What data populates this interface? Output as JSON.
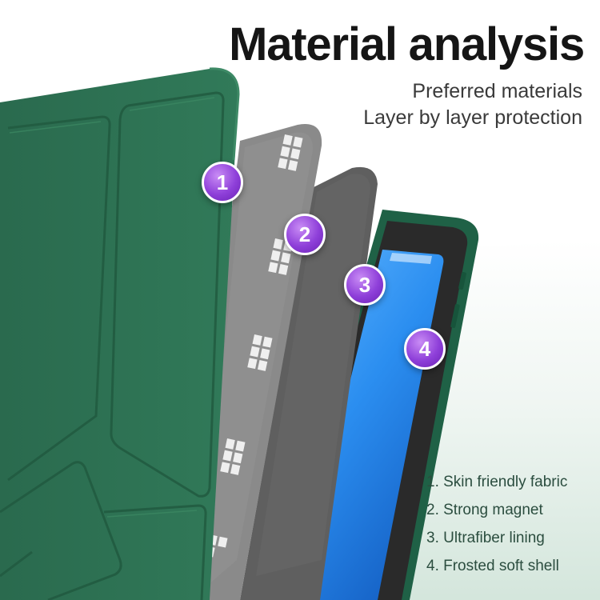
{
  "header": {
    "title": "Material analysis",
    "subtitle_line_1": "Preferred materials",
    "subtitle_line_2": "Layer by layer protection"
  },
  "badges": [
    "1",
    "2",
    "3",
    "4"
  ],
  "features": [
    "1. Skin friendly fabric",
    "2. Strong magnet",
    "3. Ultrafiber lining",
    "4. Frosted soft shell"
  ],
  "colors": {
    "cover_green": "#2d6e51",
    "felt_gray": "#8a8a8a",
    "lining_gray": "#5f5f5f",
    "shell_green": "#1f6146",
    "badge_purple": "#8e3fd9",
    "feature_text": "#2b4d3f"
  },
  "icons": [
    "magnet-grid-icon"
  ]
}
